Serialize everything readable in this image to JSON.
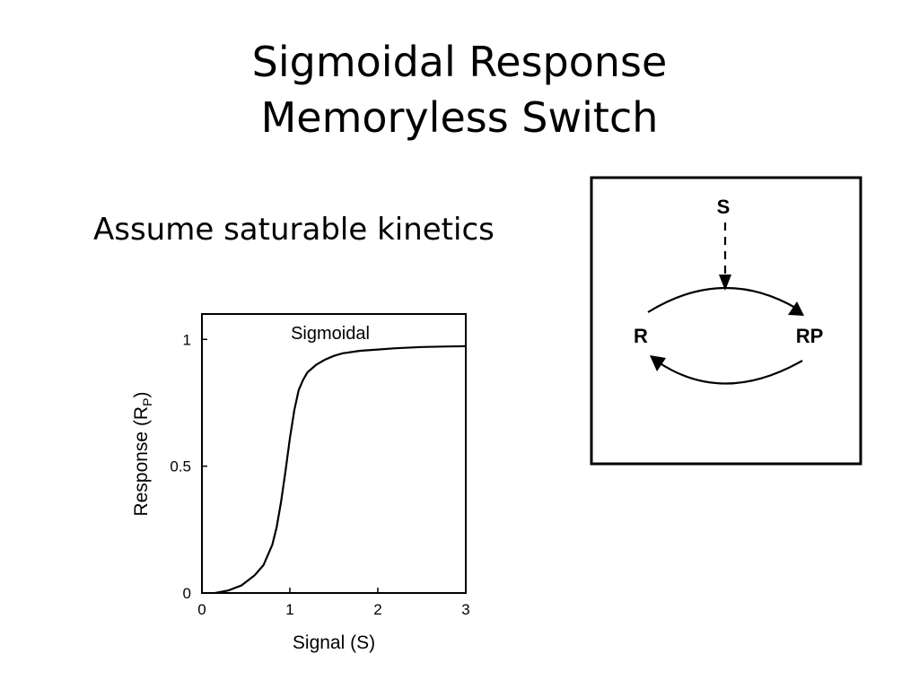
{
  "slide": {
    "title_line1": "Sigmoidal Response",
    "title_line2": "Memoryless Switch",
    "bullet": "Assume saturable kinetics"
  },
  "chart_data": {
    "type": "line",
    "annotation": "Sigmoidal",
    "xlabel": "Signal (S)",
    "ylabel_main": "Response (R",
    "ylabel_sub": "P",
    "ylabel_close": ")",
    "xlim": [
      0,
      3
    ],
    "ylim": [
      0,
      1.1
    ],
    "xticks": [
      0,
      1,
      2,
      3
    ],
    "xtick_labels": [
      "0",
      "1",
      "2",
      "3"
    ],
    "yticks": [
      0,
      0.5,
      1
    ],
    "ytick_labels": [
      "0",
      "0.5",
      "1"
    ],
    "grid": false,
    "series": [
      {
        "x": [
          0.15,
          0.3,
          0.45,
          0.6,
          0.7,
          0.8,
          0.85,
          0.9,
          0.95,
          1.0,
          1.05,
          1.1,
          1.15,
          1.2,
          1.3,
          1.4,
          1.5,
          1.6,
          1.8,
          2.0,
          2.2,
          2.5,
          2.8,
          3.0
        ],
        "y": [
          0.0,
          0.01,
          0.03,
          0.07,
          0.11,
          0.19,
          0.26,
          0.36,
          0.48,
          0.61,
          0.72,
          0.8,
          0.84,
          0.87,
          0.9,
          0.92,
          0.935,
          0.945,
          0.955,
          0.96,
          0.965,
          0.97,
          0.972,
          0.973
        ]
      }
    ]
  },
  "diagram": {
    "signal_label": "S",
    "left_node": "R",
    "right_node": "RP"
  }
}
